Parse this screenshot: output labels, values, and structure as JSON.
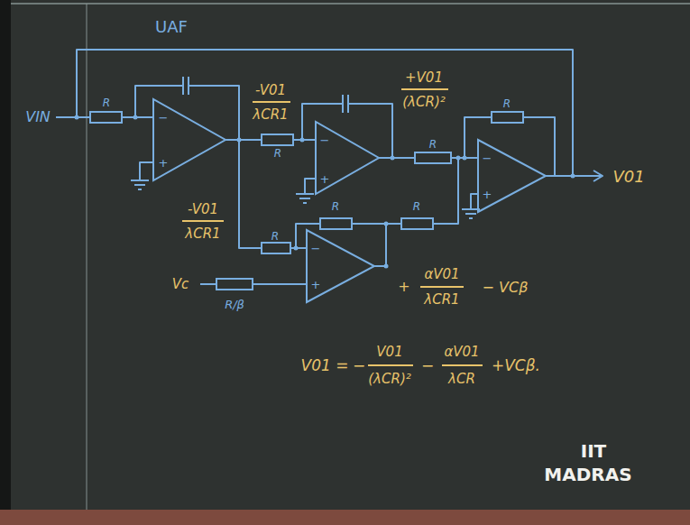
{
  "diagram": {
    "title": "UAF",
    "labels": [
      "VIN",
      "R",
      "−",
      "+",
      "-V01",
      "λCR1",
      "R",
      "−",
      "+",
      "+V01",
      "(λCR)²",
      "R",
      "R",
      "−",
      "+",
      "V01",
      "-V01",
      "λCR1",
      "R",
      "R",
      "R",
      "−",
      "+",
      "Vc",
      "R/β",
      "+",
      "αV01",
      "λCR1",
      "− VCβ",
      "V01 =",
      "−",
      "V01",
      "(λCR)²",
      "−",
      "αV01",
      "λCR",
      "+VCβ.",
      "IIT",
      "MADRAS"
    ]
  }
}
